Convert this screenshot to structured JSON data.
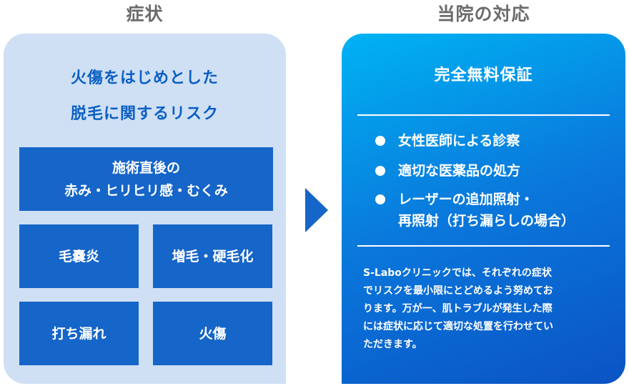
{
  "left": {
    "heading": "症状",
    "lead": [
      "火傷をはじめとした",
      "脱毛に関するリスク"
    ],
    "boxes": {
      "wide": [
        "施術直後の",
        "赤み・ヒリヒリ感・むくみ"
      ],
      "b1": "毛嚢炎",
      "b2": "増毛・硬毛化",
      "b3": "打ち漏れ",
      "b4": "火傷"
    }
  },
  "right": {
    "heading": "当院の対応",
    "title": "完全無料保証",
    "features": [
      [
        "女性医師による診察"
      ],
      [
        "適切な医薬品の処方"
      ],
      [
        "レーザーの追加照射・",
        "再照射（打ち漏らしの場合）"
      ]
    ],
    "description": [
      "S-Laboクリニックでは、それぞれの症状",
      "でリスクを最小限にとどめるよう努めてお",
      "ります。万が一、肌トラブルが発生した際",
      "には症状に応じて適切な処置を行わせてい",
      "ただきます。"
    ]
  },
  "colors": {
    "left_panel": "#cfe0f4",
    "box_blue": "#1665c8",
    "lead_blue": "#0b5fc4",
    "heading_gray": "#6b6b6b",
    "gradient_start": "#00b3f4",
    "gradient_end": "#0b53c4"
  },
  "icons": {
    "arrow": "triangle-right-icon",
    "bullet": "filled-circle-icon"
  }
}
